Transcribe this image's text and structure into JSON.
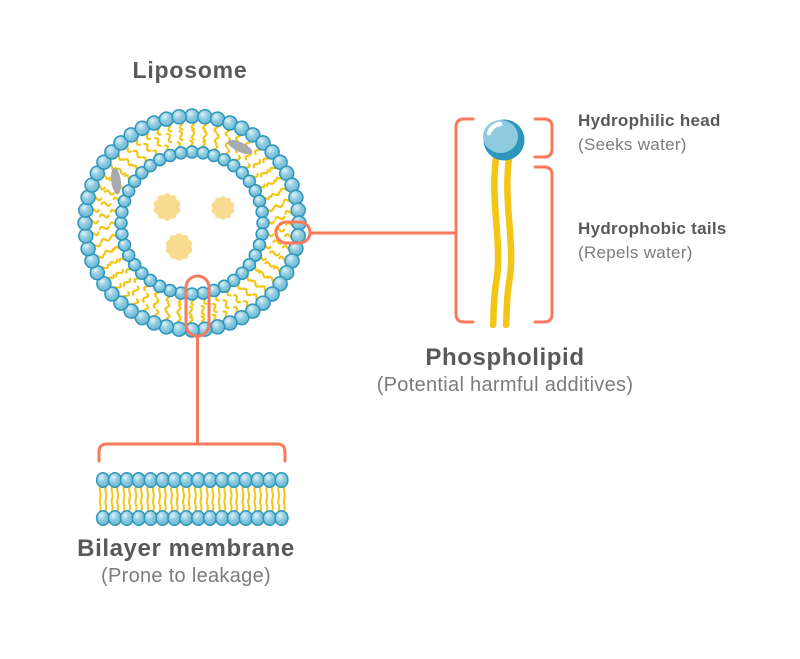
{
  "diagram": {
    "liposome": {
      "title": "Liposome",
      "outer_head_count": 52,
      "inner_head_count": 40,
      "cargo_count": 3,
      "protein_count": 2
    },
    "phospholipid": {
      "title": "Phospholipid",
      "subtitle": "(Potential harmful additives)",
      "head_label": "Hydrophilic head",
      "head_sublabel": "(Seeks water)",
      "tails_label": "Hydrophobic tails",
      "tails_sublabel": "(Repels water)"
    },
    "bilayer": {
      "title": "Bilayer membrane",
      "subtitle": "(Prone to leakage)",
      "head_count": 16
    },
    "colors": {
      "accent": "#F8795B",
      "head_fill": "#8FCBE0",
      "head_fill_light": "#DFF1F8",
      "head_fill_deep": "#63B4D2",
      "head_stroke": "#2E96BA",
      "tail_gold": "#F3C515",
      "cargo_yellow": "#F8DB90",
      "protein_gray": "#A8AAAD",
      "text_primary": "#58595B",
      "text_secondary": "#7A7C7F",
      "background": "#FFFFFF"
    }
  }
}
